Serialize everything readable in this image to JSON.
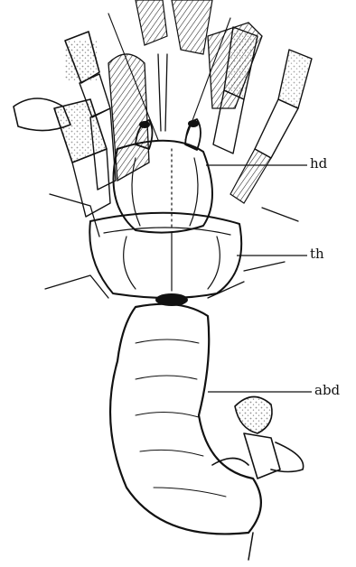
{
  "figure": {
    "labels": {
      "head": "hd",
      "thorax": "th",
      "abdomen": "abd"
    },
    "ink_color": "#111111",
    "paper_color": "#ffffff"
  }
}
